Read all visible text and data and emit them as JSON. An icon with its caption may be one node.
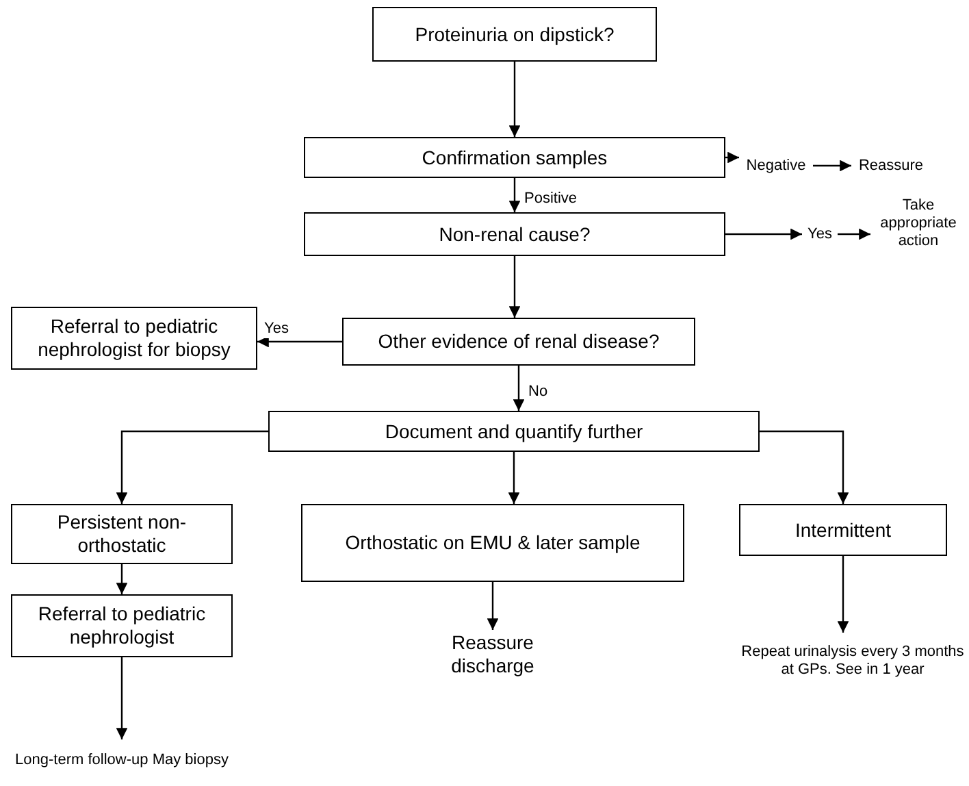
{
  "diagram": {
    "nodes": [
      {
        "text": [
          "Proteinuria on dipstick?"
        ]
      },
      {
        "text": [
          "Confirmation samples"
        ]
      },
      {
        "text": [
          "Negative"
        ]
      },
      {
        "text": [
          "Reassure"
        ]
      },
      {
        "text": [
          "Non-renal cause?"
        ]
      },
      {
        "text": [
          "Yes"
        ]
      },
      {
        "text": [
          "Take appropriate action"
        ]
      },
      {
        "text": [
          "Other evidence of renal disease?"
        ]
      },
      {
        "text": [
          "Referral to pediatric nephrologist for biopsy"
        ]
      },
      {
        "text": [
          "Document and quantify further"
        ]
      },
      {
        "text": [
          "Persistent non-orthostatic"
        ]
      },
      {
        "text": [
          "Orthostatic on EMU & later sample"
        ]
      },
      {
        "text": [
          "Intermittent"
        ]
      },
      {
        "text": [
          "Referral to pediatric nephrologist"
        ]
      },
      {
        "text": [
          "Reassure discharge"
        ]
      },
      {
        "text": [
          "Repeat urinalysis every 3 months at GPs. See in 1 year"
        ]
      },
      {
        "text": [
          "Long-term follow-up May biopsy"
        ]
      }
    ],
    "edges": [
      {
        "from": 0,
        "to": 1,
        "arrow": "to"
      },
      {
        "from": 1,
        "to": 2,
        "arrow": "to"
      },
      {
        "from": 2,
        "to": 3,
        "arrow": "to"
      },
      {
        "from": 1,
        "to": 4,
        "arrow": "to",
        "label": "Positive"
      },
      {
        "from": 4,
        "to": 5,
        "arrow": "to"
      },
      {
        "from": 5,
        "to": 6,
        "arrow": "to"
      },
      {
        "from": 4,
        "to": 7,
        "arrow": "to"
      },
      {
        "from": 7,
        "to": 8,
        "arrow": "to",
        "label": "Yes"
      },
      {
        "from": 7,
        "to": 9,
        "arrow": "to",
        "label": "No"
      },
      {
        "from": 9,
        "to": 10,
        "arrow": "to"
      },
      {
        "from": 9,
        "to": 11,
        "arrow": "to"
      },
      {
        "from": 9,
        "to": 12,
        "arrow": "to"
      },
      {
        "from": 10,
        "to": 13,
        "arrow": "to"
      },
      {
        "from": 11,
        "to": 14,
        "arrow": "to"
      },
      {
        "from": 12,
        "to": 15,
        "arrow": "to"
      },
      {
        "from": 13,
        "to": 16,
        "arrow": "to"
      }
    ]
  }
}
